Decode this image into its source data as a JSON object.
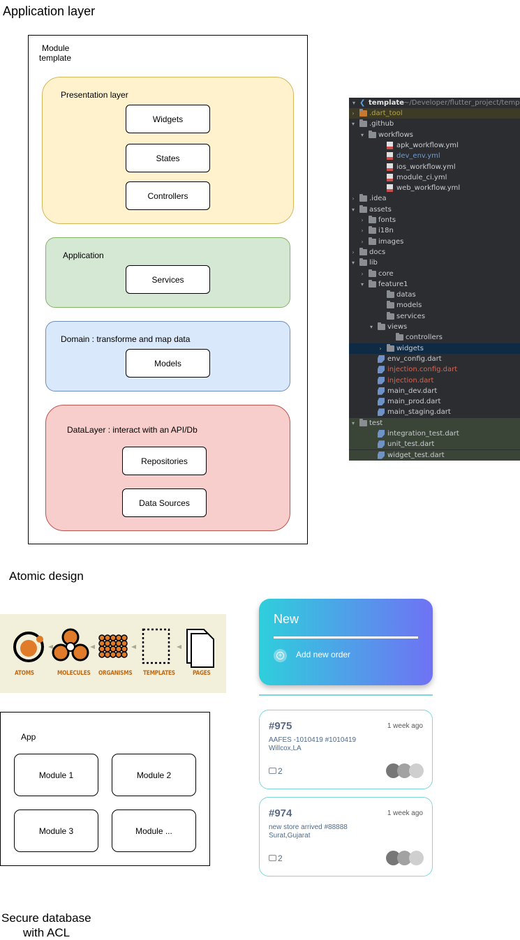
{
  "sections": {
    "application_layer": "Application layer",
    "atomic_design": "Atomic design",
    "secure_db_line1": "Secure database",
    "secure_db_line2": "with ACL"
  },
  "module_template": {
    "title_line1": "Module",
    "title_line2": "template",
    "layers": [
      {
        "title": "Presentation layer",
        "fill": "#fff2cc",
        "stroke": "#d6b656",
        "items": [
          "Widgets",
          "States",
          "Controllers"
        ]
      },
      {
        "title": "Application",
        "fill": "#d5e8d4",
        "stroke": "#82b366",
        "items": [
          "Services"
        ]
      },
      {
        "title": "Domain : transforme and map data",
        "fill": "#dae8fc",
        "stroke": "#6c8ebf",
        "items": [
          "Models"
        ]
      },
      {
        "title": "DataLayer : interact with an API/Db",
        "fill": "#f8cecc",
        "stroke": "#b85450",
        "items": [
          "Repositories",
          "Data Sources"
        ]
      }
    ]
  },
  "file_tree": {
    "root_name": "template",
    "root_path": "~/Developer/flutter_project/template",
    "rows": [
      {
        "label": ".dart_tool",
        "depth": 1,
        "chevron": "right",
        "icon": "folder-icon",
        "color": "#b5a446",
        "highlight": "#3d3a26"
      },
      {
        "label": ".github",
        "depth": 1,
        "chevron": "down",
        "icon": "folder-icon",
        "color": "#c9ccd0"
      },
      {
        "label": "workflows",
        "depth": 2,
        "chevron": "down",
        "icon": "folder-icon",
        "color": "#c9ccd0"
      },
      {
        "label": "apk_workflow.yml",
        "depth": 4,
        "chevron": "",
        "icon": "yml-file-icon",
        "color": "#c9ccd0"
      },
      {
        "label": "dev_env.yml",
        "depth": 4,
        "chevron": "",
        "icon": "yml-file-icon",
        "color": "#6c9bd8"
      },
      {
        "label": "ios_workflow.yml",
        "depth": 4,
        "chevron": "",
        "icon": "yml-file-icon",
        "color": "#c9ccd0"
      },
      {
        "label": "module_ci.yml",
        "depth": 4,
        "chevron": "",
        "icon": "yml-file-icon",
        "color": "#c9ccd0"
      },
      {
        "label": "web_workflow.yml",
        "depth": 4,
        "chevron": "",
        "icon": "yml-file-icon",
        "color": "#c9ccd0"
      },
      {
        "label": ".idea",
        "depth": 1,
        "chevron": "right",
        "icon": "folder-icon",
        "color": "#c9ccd0"
      },
      {
        "label": "assets",
        "depth": 1,
        "chevron": "down",
        "icon": "folder-icon",
        "color": "#c9ccd0"
      },
      {
        "label": "fonts",
        "depth": 2,
        "chevron": "right",
        "icon": "folder-icon",
        "color": "#c9ccd0"
      },
      {
        "label": "i18n",
        "depth": 2,
        "chevron": "right",
        "icon": "folder-icon",
        "color": "#c9ccd0"
      },
      {
        "label": "images",
        "depth": 2,
        "chevron": "right",
        "icon": "folder-icon",
        "color": "#c9ccd0"
      },
      {
        "label": "docs",
        "depth": 1,
        "chevron": "right",
        "icon": "folder-icon",
        "color": "#c9ccd0"
      },
      {
        "label": "lib",
        "depth": 1,
        "chevron": "down",
        "icon": "folder-icon",
        "color": "#c9ccd0"
      },
      {
        "label": "core",
        "depth": 2,
        "chevron": "right",
        "icon": "folder-icon",
        "color": "#c9ccd0"
      },
      {
        "label": "feature1",
        "depth": 2,
        "chevron": "down",
        "icon": "folder-icon",
        "color": "#c9ccd0"
      },
      {
        "label": "datas",
        "depth": 4,
        "chevron": "",
        "icon": "folder-icon",
        "color": "#c9ccd0"
      },
      {
        "label": "models",
        "depth": 4,
        "chevron": "",
        "icon": "folder-icon",
        "color": "#c9ccd0"
      },
      {
        "label": "services",
        "depth": 4,
        "chevron": "",
        "icon": "folder-icon",
        "color": "#c9ccd0"
      },
      {
        "label": "views",
        "depth": 3,
        "chevron": "down",
        "icon": "folder-icon",
        "color": "#c9ccd0"
      },
      {
        "label": "controllers",
        "depth": 5,
        "chevron": "",
        "icon": "folder-icon",
        "color": "#c9ccd0"
      },
      {
        "label": "widgets",
        "depth": 4,
        "chevron": "right",
        "icon": "folder-icon",
        "color": "#c9ccd0",
        "highlight": "#0f2a44"
      },
      {
        "label": "env_config.dart",
        "depth": 3,
        "chevron": "",
        "icon": "dart-file-icon",
        "color": "#c9ccd0"
      },
      {
        "label": "injection.config.dart",
        "depth": 3,
        "chevron": "",
        "icon": "dart-file-icon",
        "color": "#d9634f"
      },
      {
        "label": "injection.dart",
        "depth": 3,
        "chevron": "",
        "icon": "dart-file-icon",
        "color": "#d9634f"
      },
      {
        "label": "main_dev.dart",
        "depth": 3,
        "chevron": "",
        "icon": "dart-file-icon",
        "color": "#c9ccd0"
      },
      {
        "label": "main_prod.dart",
        "depth": 3,
        "chevron": "",
        "icon": "dart-file-icon",
        "color": "#c9ccd0"
      },
      {
        "label": "main_staging.dart",
        "depth": 3,
        "chevron": "",
        "icon": "dart-file-icon",
        "color": "#c9ccd0"
      },
      {
        "label": "test",
        "depth": 1,
        "chevron": "down",
        "icon": "folder-icon",
        "color": "#c9ccd0",
        "highlight": "#3a4437"
      },
      {
        "label": "integration_test.dart",
        "depth": 3,
        "chevron": "",
        "icon": "dart-file-icon",
        "color": "#c9ccd0",
        "highlight": "#3a4437"
      },
      {
        "label": "unit_test.dart",
        "depth": 3,
        "chevron": "",
        "icon": "dart-file-icon",
        "color": "#c9ccd0",
        "highlight": "#3a4437"
      },
      {
        "label": "widget_test.dart",
        "depth": 3,
        "chevron": "",
        "icon": "dart-file-icon",
        "color": "#c9ccd0",
        "highlight": "#3a4437"
      }
    ]
  },
  "atomic": {
    "labels": [
      "ATOMS",
      "MOLECULES",
      "ORGANISMS",
      "TEMPLATES",
      "PAGES"
    ],
    "accent": "#e07b2a"
  },
  "app_modules": {
    "title": "App",
    "modules": [
      "Module 1",
      "Module 2",
      "Module 3",
      "Module ..."
    ]
  },
  "kanban": {
    "column_title": "New",
    "add_label": "Add new order",
    "gradient_from": "#2ecfdc",
    "gradient_to": "#6f72f4",
    "cards": [
      {
        "number": "#975",
        "time": "1 week ago",
        "line1": "AAFES -1010419 #1010419",
        "line2": "Willcox,LA",
        "comments": "2"
      },
      {
        "number": "#974",
        "time": "1 week ago",
        "line1": "new store arrived #88888",
        "line2": "Surat,Gujarat",
        "comments": "2"
      }
    ]
  }
}
